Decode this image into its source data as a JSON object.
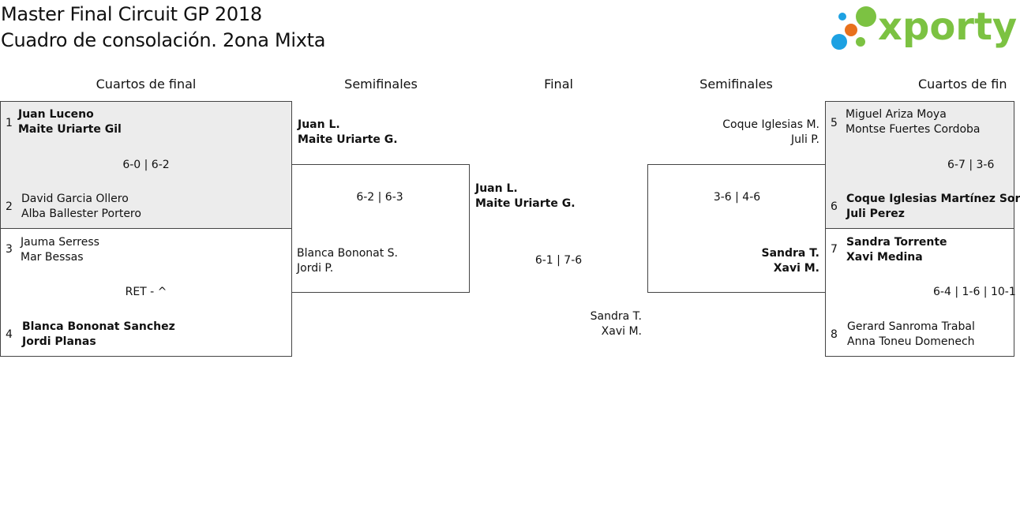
{
  "title": {
    "line1": "Master Final Circuit GP 2018",
    "line2": "Cuadro de consolación. 2ona Mixta"
  },
  "logo": {
    "text": "xporty",
    "colors": {
      "green": "#7cc242",
      "orange": "#e8711c",
      "blue": "#1da1e2"
    }
  },
  "rounds": {
    "left_quarters": "Cuartos de final",
    "left_semis": "Semifinales",
    "final": "Final",
    "right_semis": "Semifinales",
    "right_quarters": "Cuartos de fin"
  },
  "left_quarters": [
    {
      "top": {
        "seed": "1",
        "p1": "Juan Luceno",
        "p2": "Maite Uriarte Gil"
      },
      "score": "6-0 | 6-2",
      "bottom": {
        "seed": "2",
        "p1": "David Garcia Ollero",
        "p2": "Alba Ballester Portero"
      }
    },
    {
      "top": {
        "seed": "3",
        "p1": "Jauma Serress",
        "p2": "Mar Bessas"
      },
      "score": "RET - ^",
      "bottom": {
        "seed": "4",
        "p1": "Blanca Bononat Sanchez",
        "p2": "Jordi Planas"
      }
    }
  ],
  "left_semi": {
    "top": {
      "p1": "Juan L.",
      "p2": "Maite Uriarte G."
    },
    "score": "6-2 | 6-3",
    "bottom": {
      "p1": "Blanca Bononat S.",
      "p2": "Jordi P."
    }
  },
  "final": {
    "top": {
      "p1": "Juan L.",
      "p2": "Maite Uriarte G."
    },
    "score": "6-1 | 7-6",
    "bottom": {
      "p1": "Sandra T.",
      "p2": "Xavi M."
    }
  },
  "right_semi": {
    "top": {
      "p1": "Coque Iglesias M.",
      "p2": "Juli P."
    },
    "score": "3-6 | 4-6",
    "bottom": {
      "p1": "Sandra T.",
      "p2": "Xavi M."
    }
  },
  "right_quarters": [
    {
      "top": {
        "seed": "5",
        "p1": "Miguel Ariza Moya",
        "p2": "Montse Fuertes Cordoba"
      },
      "score": "6-7 | 3-6",
      "bottom": {
        "seed": "6",
        "p1": "Coque Iglesias Martínez Sor",
        "p2": "Juli Perez"
      }
    },
    {
      "top": {
        "seed": "7",
        "p1": "Sandra Torrente",
        "p2": "Xavi Medina"
      },
      "score": "6-4 | 1-6 | 10-1",
      "bottom": {
        "seed": "8",
        "p1": "Gerard Sanroma Trabal",
        "p2": "Anna Toneu Domenech"
      }
    }
  ]
}
